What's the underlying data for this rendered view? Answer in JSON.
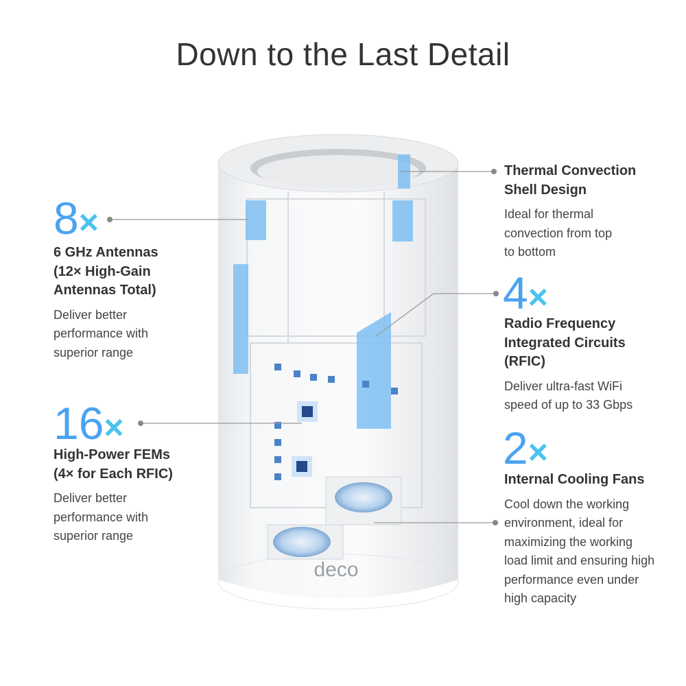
{
  "title": "Down to the Last Detail",
  "features": {
    "antennas": {
      "count": "8",
      "multiplier": "×",
      "heading": [
        "6 GHz Antennas",
        "(12× High-Gain",
        "Antennas Total)"
      ],
      "description": [
        "Deliver better",
        "performance with",
        "superior range"
      ]
    },
    "fems": {
      "count": "16",
      "multiplier": "×",
      "heading": [
        "High-Power FEMs",
        "(4× for Each RFIC)"
      ],
      "description": [
        "Deliver better",
        "performance with",
        "superior range"
      ]
    },
    "shell": {
      "heading": [
        "Thermal Convection",
        "Shell Design"
      ],
      "description": [
        "Ideal for thermal",
        "convection from top",
        "to bottom"
      ]
    },
    "rfic": {
      "count": "4",
      "multiplier": "×",
      "heading": [
        "Radio Frequency",
        "Integrated Circuits",
        "(RFIC)"
      ],
      "description": [
        "Deliver ultra-fast WiFi",
        "speed of up to 33 Gbps"
      ]
    },
    "fans": {
      "count": "2",
      "multiplier": "×",
      "heading": [
        "Internal Cooling Fans"
      ],
      "description": [
        "Cool down the working",
        "environment, ideal for",
        "maximizing the working",
        "load limit and ensuring high",
        "performance even under",
        "high capacity"
      ]
    }
  },
  "product": {
    "logo": "deco"
  },
  "colors": {
    "number": "#4aa3f0",
    "multiplier": "#4cc3ee",
    "text": "#333333",
    "highlight": "#7fc0f2"
  }
}
